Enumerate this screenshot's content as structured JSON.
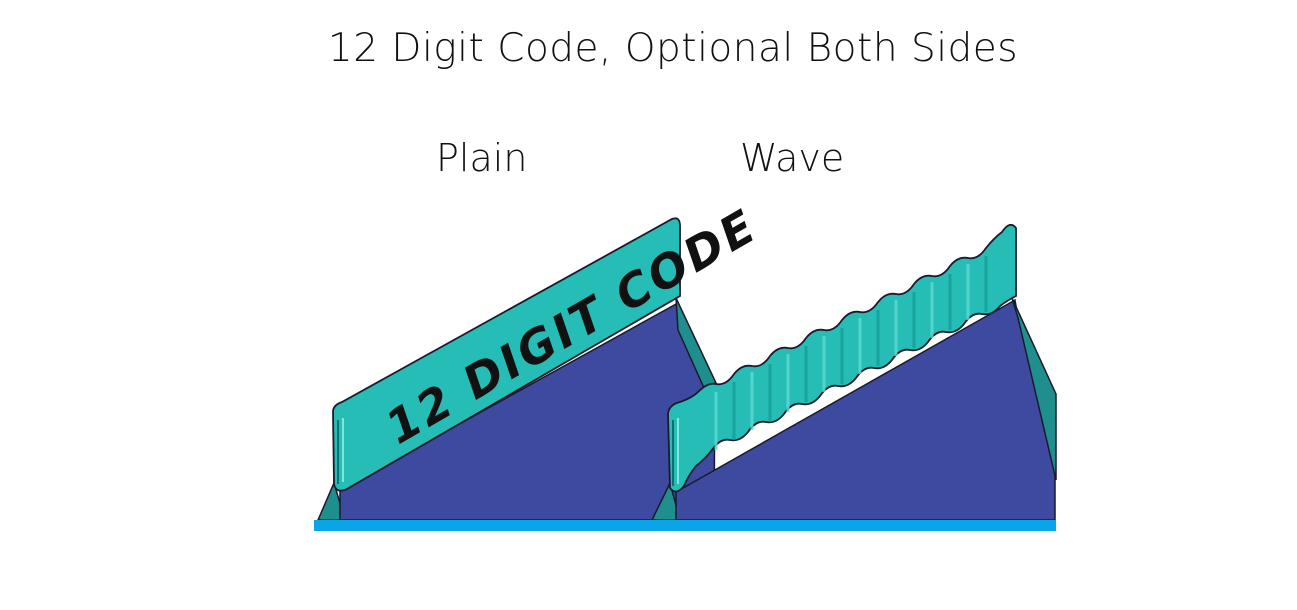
{
  "title": "12 Digit Code, Optional Both Sides",
  "variants": {
    "plain": {
      "label": "Plain",
      "code_text": "12 DIGIT CODE"
    },
    "wave": {
      "label": "Wave"
    }
  },
  "colors": {
    "panel": "#3d4aa0",
    "strip": "#27bdb7",
    "strip_shadow": "#159c98",
    "edge_outline": "#1a1a2a",
    "base_line": "#0aa5e8",
    "side_flange": "#1e8f8c"
  }
}
